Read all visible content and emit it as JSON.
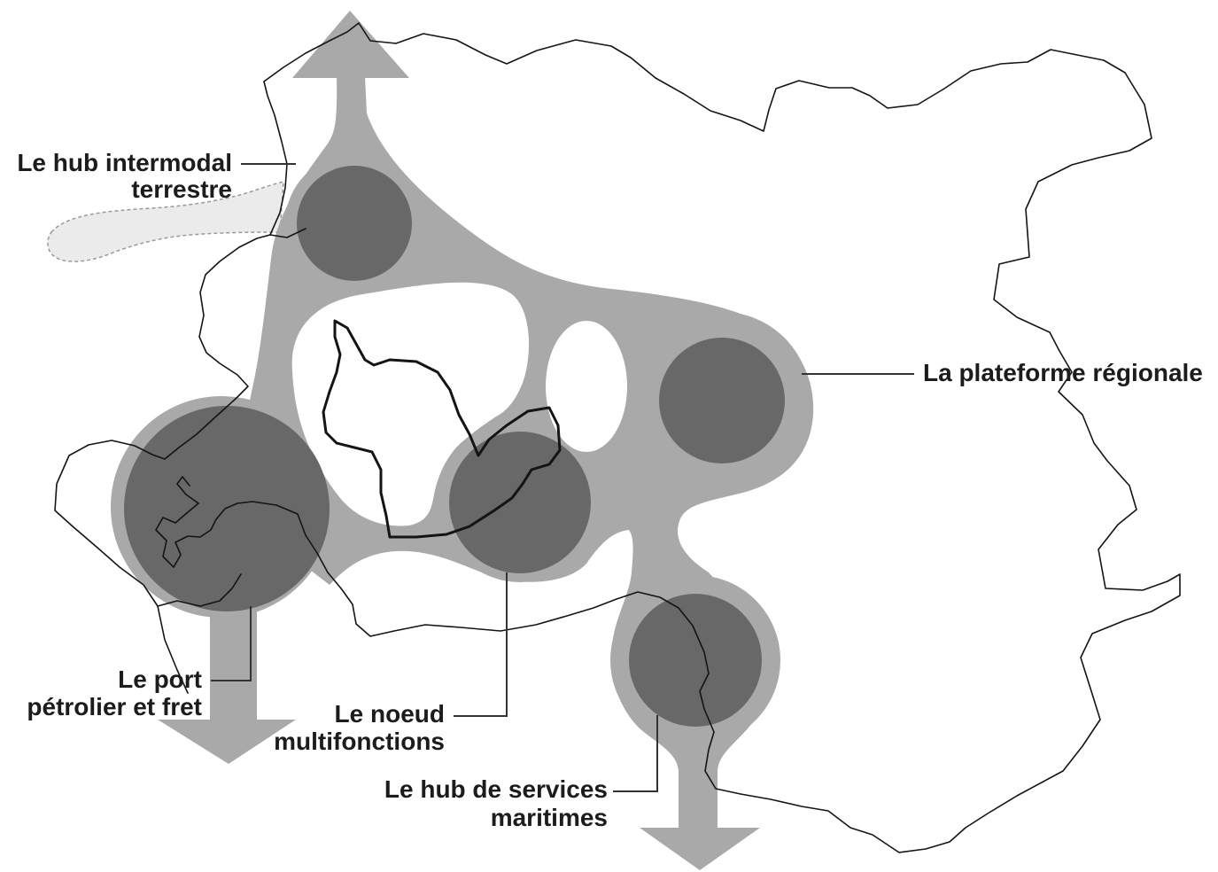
{
  "labels": {
    "hub_intermodal": {
      "line1": "Le hub intermodal",
      "line2": "terrestre"
    },
    "plateforme": {
      "line1": "La plateforme régionale"
    },
    "port": {
      "line1": "Le port",
      "line2": "pétrolier et fret"
    },
    "noeud": {
      "line1": "Le noeud",
      "line2": "multifonctions"
    },
    "hub_maritime": {
      "line1": "Le hub de services",
      "line2": "maritimes"
    }
  },
  "colors": {
    "background": "#ffffff",
    "network": "#a9a9a9",
    "hub": "#686868",
    "terrestrial_zone": "#ebebeb",
    "terrestrial_zone_border": "#9a9a9a",
    "outline": "#141414",
    "leader": "#333333",
    "text": "#1c1c1c"
  }
}
